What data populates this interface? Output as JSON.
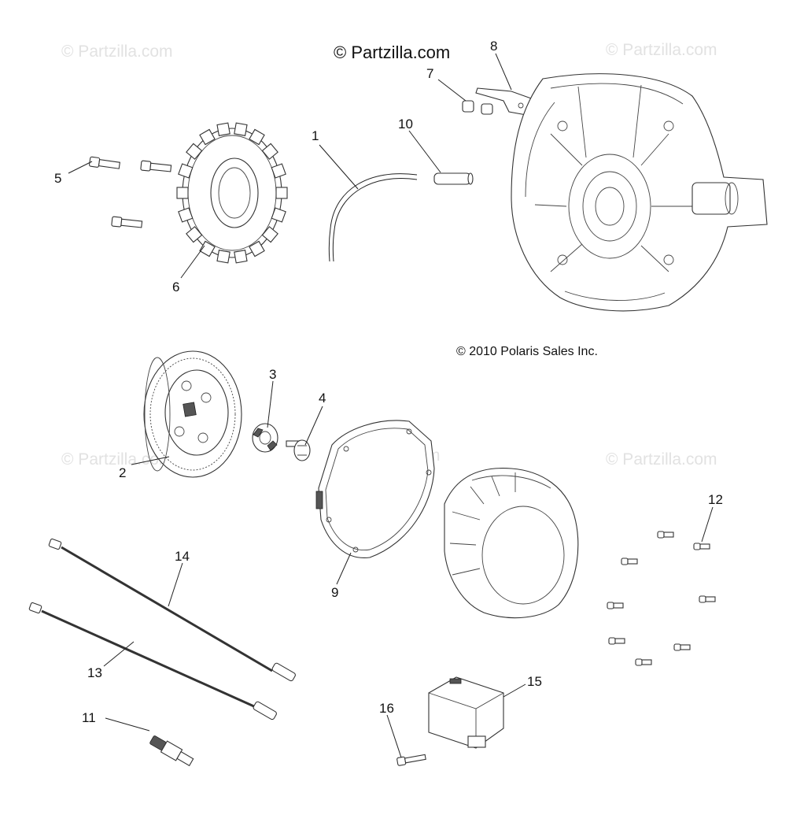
{
  "watermarks": {
    "main": "© Partzilla.com",
    "faint": "© Partzilla.com"
  },
  "copyright": "© 2010 Polaris Sales Inc.",
  "callouts": {
    "c1": "1",
    "c2": "2",
    "c3": "3",
    "c4": "4",
    "c5": "5",
    "c6": "6",
    "c7": "7",
    "c8": "8",
    "c9": "9",
    "c10": "10",
    "c11": "11",
    "c12": "12",
    "c13": "13",
    "c14": "14",
    "c15": "15",
    "c16": "16"
  },
  "colors": {
    "line": "#222222",
    "watermark": "#e2e2e2",
    "background": "#ffffff"
  }
}
